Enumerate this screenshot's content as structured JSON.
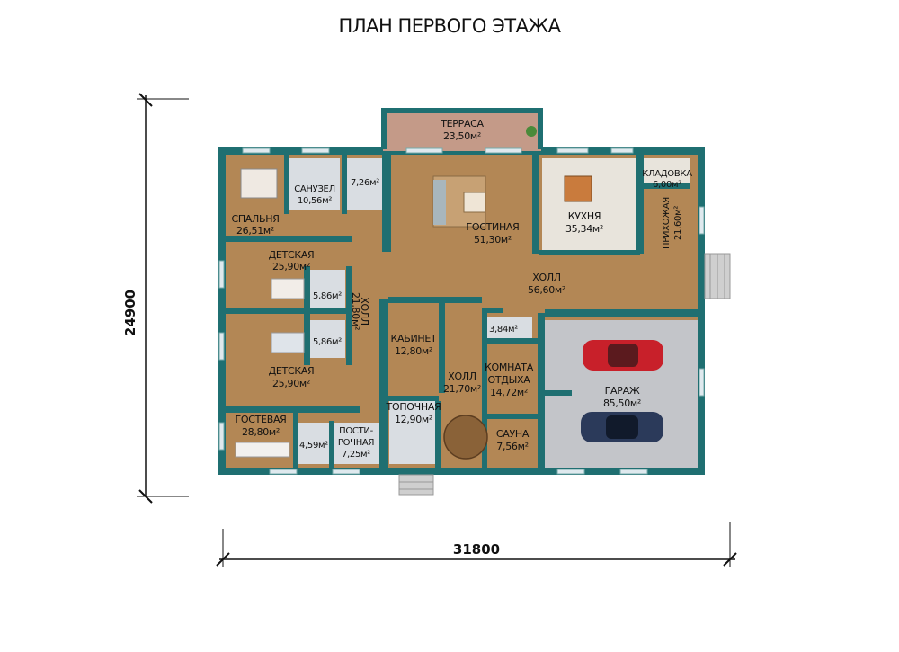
{
  "title": "ПЛАН ПЕРВОГО ЭТАЖА",
  "dimensions": {
    "width": "31800",
    "height": "24900"
  },
  "rooms": {
    "terrace": {
      "name": "ТЕРРАСА",
      "area": "23,50м²"
    },
    "wc1": {
      "name": "",
      "area": "7,26м²"
    },
    "bath1": {
      "name": "САНУЗЕЛ",
      "area": "10,56м²"
    },
    "bedroom": {
      "name": "СПАЛЬНЯ",
      "area": "26,51м²"
    },
    "living": {
      "name": "ГОСТИНАЯ",
      "area": "51,30м²"
    },
    "kitchen": {
      "name": "КУХНЯ",
      "area": "35,34м²"
    },
    "pantry": {
      "name": "КЛАДОВКА",
      "area": "6,00м²"
    },
    "entry": {
      "name": "ПРИХОЖАЯ",
      "area": "21,60м²"
    },
    "hall1": {
      "name": "ХОЛЛ",
      "area": "56,60м²"
    },
    "kids1": {
      "name": "ДЕТСКАЯ",
      "area": "25,90м²"
    },
    "wc2": {
      "name": "",
      "area": "5,86м²"
    },
    "wc3": {
      "name": "",
      "area": "5,86м²"
    },
    "hall2": {
      "name": "ХОЛЛ",
      "area": "21,80м²"
    },
    "kids2": {
      "name": "ДЕТСКАЯ",
      "area": "25,90м²"
    },
    "study": {
      "name": "КАБИНЕТ",
      "area": "12,80м²"
    },
    "hall3": {
      "name": "ХОЛЛ",
      "area": "21,70м²"
    },
    "wc4": {
      "name": "",
      "area": "3,84м²"
    },
    "lounge": {
      "name_l1": "КОМНАТА",
      "name_l2": "ОТДЫХА",
      "area": "14,72м²"
    },
    "garage": {
      "name": "ГАРАЖ",
      "area": "85,50м²"
    },
    "guest": {
      "name": "ГОСТЕВАЯ",
      "area": "28,80м²"
    },
    "wc5": {
      "name": "",
      "area": "4,59м²"
    },
    "laundry": {
      "name_l1": "ПОСТИ-",
      "name_l2": "РОЧНАЯ",
      "area": "7,25м²"
    },
    "boiler": {
      "name": "ТОПОЧНАЯ",
      "area": "12,90м²"
    },
    "sauna": {
      "name": "САУНА",
      "area": "7,56м²"
    }
  },
  "colors": {
    "wall": "#1f6f71",
    "floor": "#b38755",
    "car_red": "#c8202a",
    "car_blue": "#2b3a5a"
  }
}
